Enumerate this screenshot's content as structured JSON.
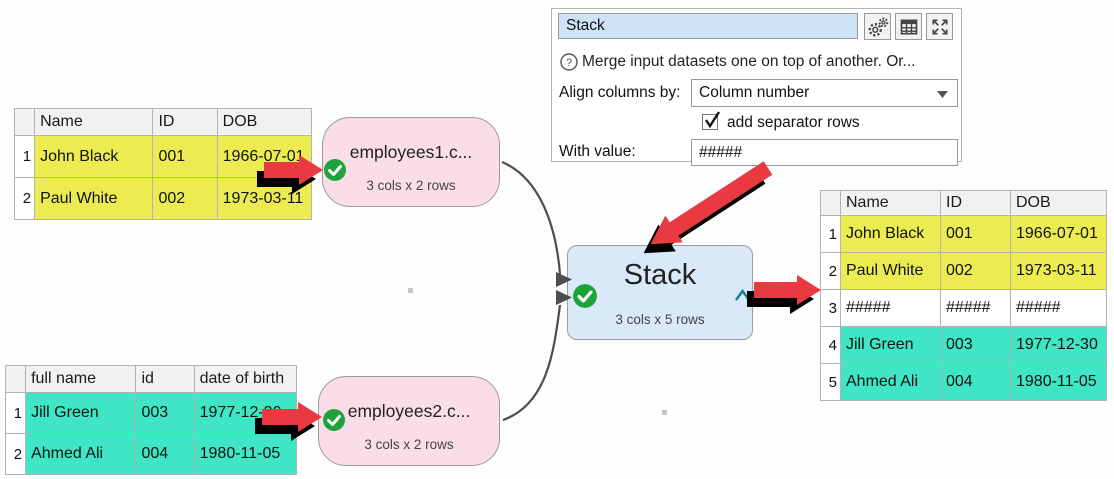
{
  "colors": {
    "yellow": "#ecec50",
    "teal": "#3fe6c5",
    "pink_node": "#fadde9",
    "blue_node": "#d9e9f9",
    "node_border": "#9b9b9b",
    "name_field_bg": "#cfe3f7",
    "red_arrow": "#e83a40",
    "green_check": "#1ea33c",
    "caret_teal": "#157f8d",
    "header_bg": "#f1f1f1",
    "grid_border": "#b3b3b3",
    "connector": "#4d4d4d"
  },
  "panel": {
    "name_value": "Stack",
    "help_text": "Merge input datasets one on top of another. Or...",
    "align_label": "Align columns by:",
    "align_value": "Column number",
    "checkbox_label": "add separator rows",
    "checkbox_checked": "true",
    "with_value_label": "With value:",
    "with_value": "#####"
  },
  "nodes": {
    "input1": {
      "title": "employees1.c...",
      "subtitle": "3 cols x 2 rows"
    },
    "input2": {
      "title": "employees2.c...",
      "subtitle": "3 cols x 2 rows"
    },
    "stack": {
      "title": "Stack",
      "subtitle": "3 cols x 5 rows"
    }
  },
  "tables": {
    "input1": {
      "headers": [
        "Name",
        "ID",
        "DOB"
      ],
      "rows": [
        {
          "num": "1",
          "name": "John Black",
          "id": "001",
          "dob": "1966-07-01"
        },
        {
          "num": "2",
          "name": "Paul White",
          "id": "002",
          "dob": "1973-03-11"
        }
      ]
    },
    "input2": {
      "headers": [
        "full name",
        "id",
        "date of birth"
      ],
      "rows": [
        {
          "num": "1",
          "name": "Jill Green",
          "id": "003",
          "dob": "1977-12-30"
        },
        {
          "num": "2",
          "name": "Ahmed Ali",
          "id": "004",
          "dob": "1980-11-05"
        }
      ]
    },
    "output": {
      "headers": [
        "Name",
        "ID",
        "DOB"
      ],
      "rows": [
        {
          "num": "1",
          "name": "John Black",
          "id": "001",
          "dob": "1966-07-01"
        },
        {
          "num": "2",
          "name": "Paul White",
          "id": "002",
          "dob": "1973-03-11"
        },
        {
          "num": "3",
          "name": "#####",
          "id": "#####",
          "dob": "#####"
        },
        {
          "num": "4",
          "name": "Jill Green",
          "id": "003",
          "dob": "1977-12-30"
        },
        {
          "num": "5",
          "name": "Ahmed Ali",
          "id": "004",
          "dob": "1980-11-05"
        }
      ]
    }
  }
}
